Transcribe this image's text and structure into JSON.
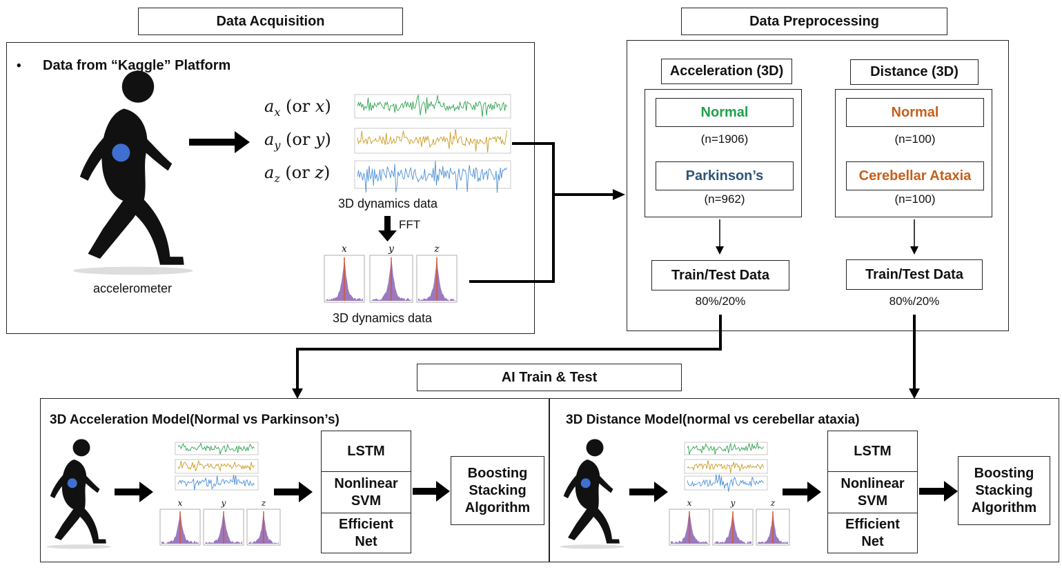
{
  "sections": {
    "acquisition": "Data Acquisition",
    "preprocessing": "Data Preprocessing",
    "ai": "AI Train & Test"
  },
  "acquisition": {
    "bullet": "•",
    "source": "Data from “Kaggle” Platform",
    "person_label": "accelerometer",
    "axes": [
      {
        "sym": "a",
        "sub": "x",
        "paren": "(or ",
        "var": "x",
        "close": ")"
      },
      {
        "sym": "a",
        "sub": "y",
        "paren": "(or ",
        "var": "y",
        "close": ")"
      },
      {
        "sym": "a",
        "sub": "z",
        "paren": "(or ",
        "var": "z",
        "close": ")"
      }
    ],
    "raw_caption": "3D dynamics data",
    "fft_label": "FFT",
    "fft_caption": "3D dynamics data",
    "fft_panels": [
      "x",
      "y",
      "z"
    ]
  },
  "preprocessing": {
    "accel": {
      "title": "Acceleration (3D)",
      "class1": "Normal",
      "n1": "(n=1906)",
      "class2": "Parkinson’s",
      "n2": "(n=962)",
      "split_title": "Train/Test Data",
      "split": "80%/20%"
    },
    "dist": {
      "title": "Distance (3D)",
      "class1": "Normal",
      "n1": "(n=100)",
      "class2": "Cerebellar Ataxia",
      "n2": "(n=100)",
      "split_title": "Train/Test Data",
      "split": "80%/20%"
    }
  },
  "models": {
    "accel": {
      "title": "3D Acceleration Model(Normal vs Parkinson’s)",
      "lstm": "LSTM",
      "svm": "Nonlinear SVM",
      "eff": "Efficient Net",
      "boost": "Boosting Stacking Algorithm",
      "panels": [
        "x",
        "y",
        "z"
      ]
    },
    "dist": {
      "title": "3D Distance Model(normal vs cerebellar ataxia)",
      "lstm": "LSTM",
      "svm": "Nonlinear SVM",
      "eff": "Efficient Net",
      "boost": "Boosting Stacking Algorithm",
      "panels": [
        "x",
        "y",
        "z"
      ]
    }
  },
  "colors": {
    "normal_accel": "#1fa14a",
    "parkinsons": "#2f5478",
    "normal_dist": "#c65f1b",
    "ataxia": "#c65f1b",
    "sensor_dot": "#3f6fd0",
    "trace_x": "#2ca14e",
    "trace_y": "#c99a1e",
    "trace_z": "#4a8fd6",
    "fft_fill": "#7a4ca8",
    "fft_peak": "#d8552a"
  }
}
